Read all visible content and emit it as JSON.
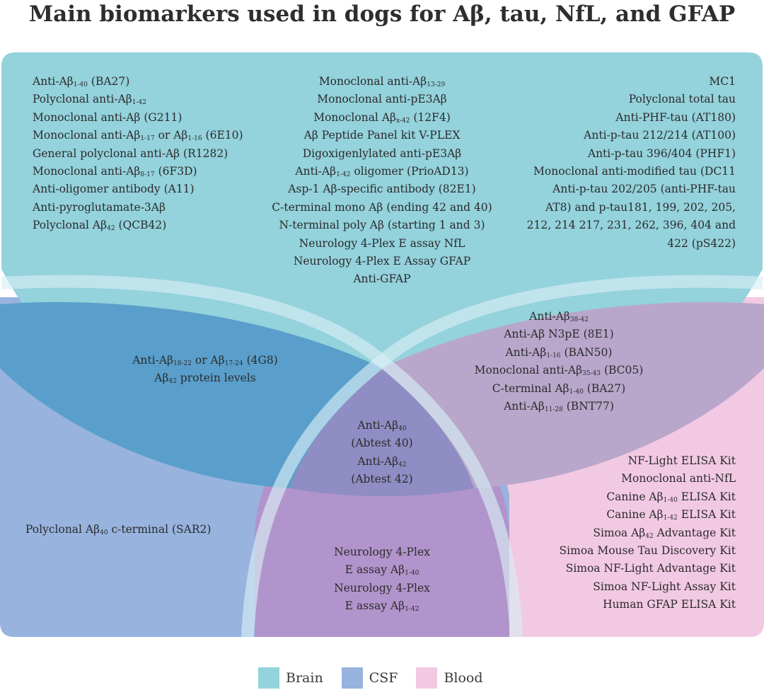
{
  "title": "Main biomarkers used in dogs for Aβ, tau, NfL, and GFAP",
  "colors": {
    "brain": "#94d2dc",
    "csf": "#97b3de",
    "blood": "#f2c9e3",
    "brain_csf": "#5a9fcb",
    "brain_blood": "#b8a7cb",
    "csf_blood": "#b294cc",
    "all_three": "#8f8dc3",
    "separator": "#d7eef4"
  },
  "regions": {
    "brain_only_left": [
      [
        "Anti-Aβ",
        {
          "sub": "1-40"
        },
        " (BA27)"
      ],
      [
        "Polyclonal anti-Aβ",
        {
          "sub": "1-42"
        }
      ],
      [
        "Monoclonal anti-Aβ (G211)"
      ],
      [
        "Monoclonal anti-Aβ",
        {
          "sub": "1-17"
        },
        " or Aβ",
        {
          "sub": "1-16"
        },
        " (6E10)"
      ],
      [
        "General polyclonal anti-Aβ (R1282)"
      ],
      [
        "Monoclonal anti-Aβ",
        {
          "sub": "8-17"
        },
        " (6F3D)"
      ],
      [
        "Anti-oligomer antibody (A11)"
      ],
      [
        "Anti-pyroglutamate-3Aβ"
      ],
      [
        "Polyclonal Aβ",
        {
          "sub": "42"
        },
        " (QCB42)"
      ]
    ],
    "brain_only_center": [
      [
        "Monoclonal anti-Aβ",
        {
          "sub": "13-29"
        }
      ],
      [
        "Monoclonal anti-pE3Aβ"
      ],
      [
        "Monoclonal Aβ",
        {
          "sub": "x-42"
        },
        " (12F4)"
      ],
      [
        "Aβ Peptide Panel kit V-PLEX"
      ],
      [
        "Digoxigenlylated anti-pE3Aβ"
      ],
      [
        "Anti-Aβ",
        {
          "sub": "1-42"
        },
        " oligomer (PrioAD13)"
      ],
      [
        "Asp-1 Aβ-specific antibody (82E1)"
      ],
      [
        "C-terminal mono Aβ (ending 42 and 40)"
      ],
      [
        "N-terminal poly Aβ (starting 1 and 3)"
      ],
      [
        "Neurology 4-Plex E assay NfL"
      ],
      [
        "Neurology 4-Plex E Assay GFAP"
      ],
      [
        "Anti-GFAP"
      ]
    ],
    "brain_only_right": [
      [
        "MC1"
      ],
      [
        "Polyclonal total tau"
      ],
      [
        "Anti-PHF-tau (AT180)"
      ],
      [
        "Anti-p-tau 212/214 (AT100)"
      ],
      [
        "Anti-p-tau 396/404 (PHF1)"
      ],
      [
        "Monoclonal anti-modified tau (DC11"
      ],
      [
        "Anti-p-tau 202/205 (anti-PHF-tau"
      ],
      [
        "AT8) and p-tau181, 199, 202, 205,"
      ],
      [
        "212, 214 217, 231, 262, 396, 404 and"
      ],
      [
        "422 (pS422)"
      ]
    ],
    "brain_csf": [
      [
        "Anti-Aβ",
        {
          "sub": "18-22"
        },
        " or Aβ",
        {
          "sub": "17-24"
        },
        " (4G8)"
      ],
      [
        "Aβ",
        {
          "sub": "42"
        },
        " protein levels"
      ]
    ],
    "brain_blood": [
      [
        "Anti-Aβ",
        {
          "sub": "38-42"
        }
      ],
      [
        "Anti-Aβ N3pE (8E1)"
      ],
      [
        "Anti-Aβ",
        {
          "sub": "1-16"
        },
        " (BAN50)"
      ],
      [
        "Monoclonal anti-Aβ",
        {
          "sub": "35-43"
        },
        " (BC05)"
      ],
      [
        "C-terminal Aβ",
        {
          "sub": "1-40"
        },
        " (BA27)"
      ],
      [
        "Anti-Aβ",
        {
          "sub": "11-28"
        },
        " (BNT77)"
      ]
    ],
    "all_three": [
      [
        "Anti-Aβ",
        {
          "sub": "40"
        }
      ],
      [
        "(Abtest 40)"
      ],
      [
        "Anti-Aβ",
        {
          "sub": "42"
        }
      ],
      [
        "(Abtest 42)"
      ]
    ],
    "csf_only": [
      [
        "Polyclonal Aβ",
        {
          "sub": "40"
        },
        " c-terminal (SAR2)"
      ]
    ],
    "csf_blood": [
      [
        "Neurology 4-Plex"
      ],
      [
        "E assay Aβ",
        {
          "sub": "1-40"
        }
      ],
      [
        "Neurology 4-Plex"
      ],
      [
        "E assay Aβ",
        {
          "sub": "1-42"
        }
      ]
    ],
    "blood_only": [
      [
        "NF-Light ELISA Kit"
      ],
      [
        "Monoclonal anti-NfL"
      ],
      [
        "Canine Aβ",
        {
          "sub": "1-40"
        },
        " ELISA Kit"
      ],
      [
        "Canine Aβ",
        {
          "sub": "1-42"
        },
        " ELISA Kit"
      ],
      [
        "Simoa Aβ",
        {
          "sub": "42"
        },
        " Advantage Kit"
      ],
      [
        "Simoa Mouse Tau Discovery Kit"
      ],
      [
        "Simoa NF-Light Advantage Kit"
      ],
      [
        "Simoa NF-Light Assay Kit"
      ],
      [
        "Human GFAP ELISA Kit"
      ]
    ]
  },
  "legend": [
    {
      "label": "Brain",
      "color": "#94d2dc"
    },
    {
      "label": "CSF",
      "color": "#97b3de"
    },
    {
      "label": "Blood",
      "color": "#f2c9e3"
    }
  ]
}
